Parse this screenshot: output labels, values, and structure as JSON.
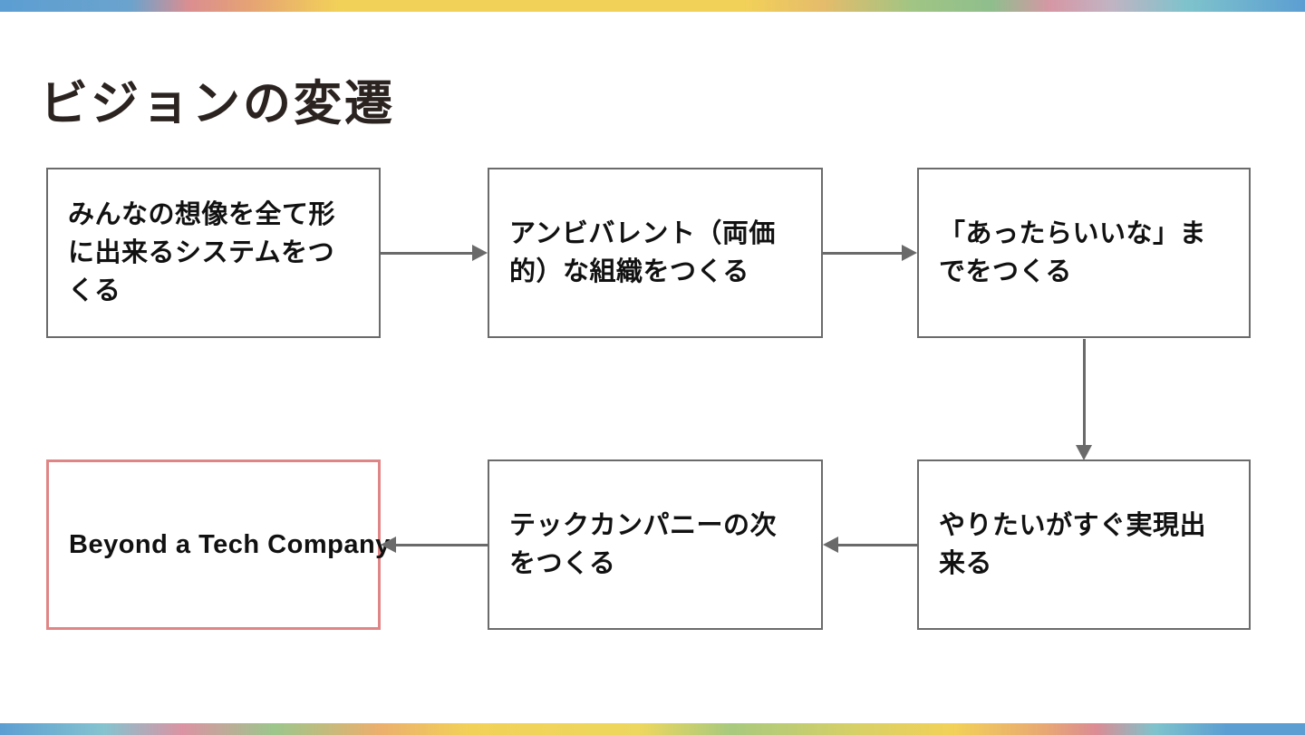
{
  "slide": {
    "title": "ビジョンの変遷"
  },
  "colors": {
    "background": "#ffffff",
    "title_text": "#2b2320",
    "node_border": "#6b6b6b",
    "node_text": "#111111",
    "highlight_border": "#e08585",
    "arrow": "#6a6a6a",
    "rainbow_bar_top": [
      "#5c9ed2",
      "#db8e90",
      "#f2d158",
      "#a0c584",
      "#d697a5",
      "#7ec3cc",
      "#5c9ed2"
    ],
    "rainbow_bar_bottom": [
      "#5c9ed2",
      "#85c3cf",
      "#db93a3",
      "#9cc68c",
      "#f2d158",
      "#a8c97e",
      "#f2d158",
      "#db8c94",
      "#7ec3cc",
      "#5c9ed2"
    ]
  },
  "diagram": {
    "nodes": [
      {
        "id": "node-1",
        "lines": [
          "みんなの想像を全て形",
          "に出来るシステムをつ",
          "くる"
        ],
        "highlight": false
      },
      {
        "id": "node-2",
        "lines": [
          "アンビバレント（両価",
          "的）な組織をつくる"
        ],
        "highlight": false
      },
      {
        "id": "node-3",
        "lines": [
          "「あったらいいな」ま",
          "でをつくる"
        ],
        "highlight": false
      },
      {
        "id": "node-4",
        "lines": [
          "やりたいがすぐ実現出",
          "来る"
        ],
        "highlight": false
      },
      {
        "id": "node-5",
        "lines": [
          "テックカンパニーの次",
          "をつくる"
        ],
        "highlight": false
      },
      {
        "id": "node-6",
        "lines": [
          "Beyond a Tech Company"
        ],
        "highlight": true
      }
    ],
    "edges": [
      {
        "from": "node-1",
        "to": "node-2",
        "direction": "right"
      },
      {
        "from": "node-2",
        "to": "node-3",
        "direction": "right"
      },
      {
        "from": "node-3",
        "to": "node-4",
        "direction": "down"
      },
      {
        "from": "node-4",
        "to": "node-5",
        "direction": "left"
      },
      {
        "from": "node-5",
        "to": "node-6",
        "direction": "left"
      }
    ]
  }
}
